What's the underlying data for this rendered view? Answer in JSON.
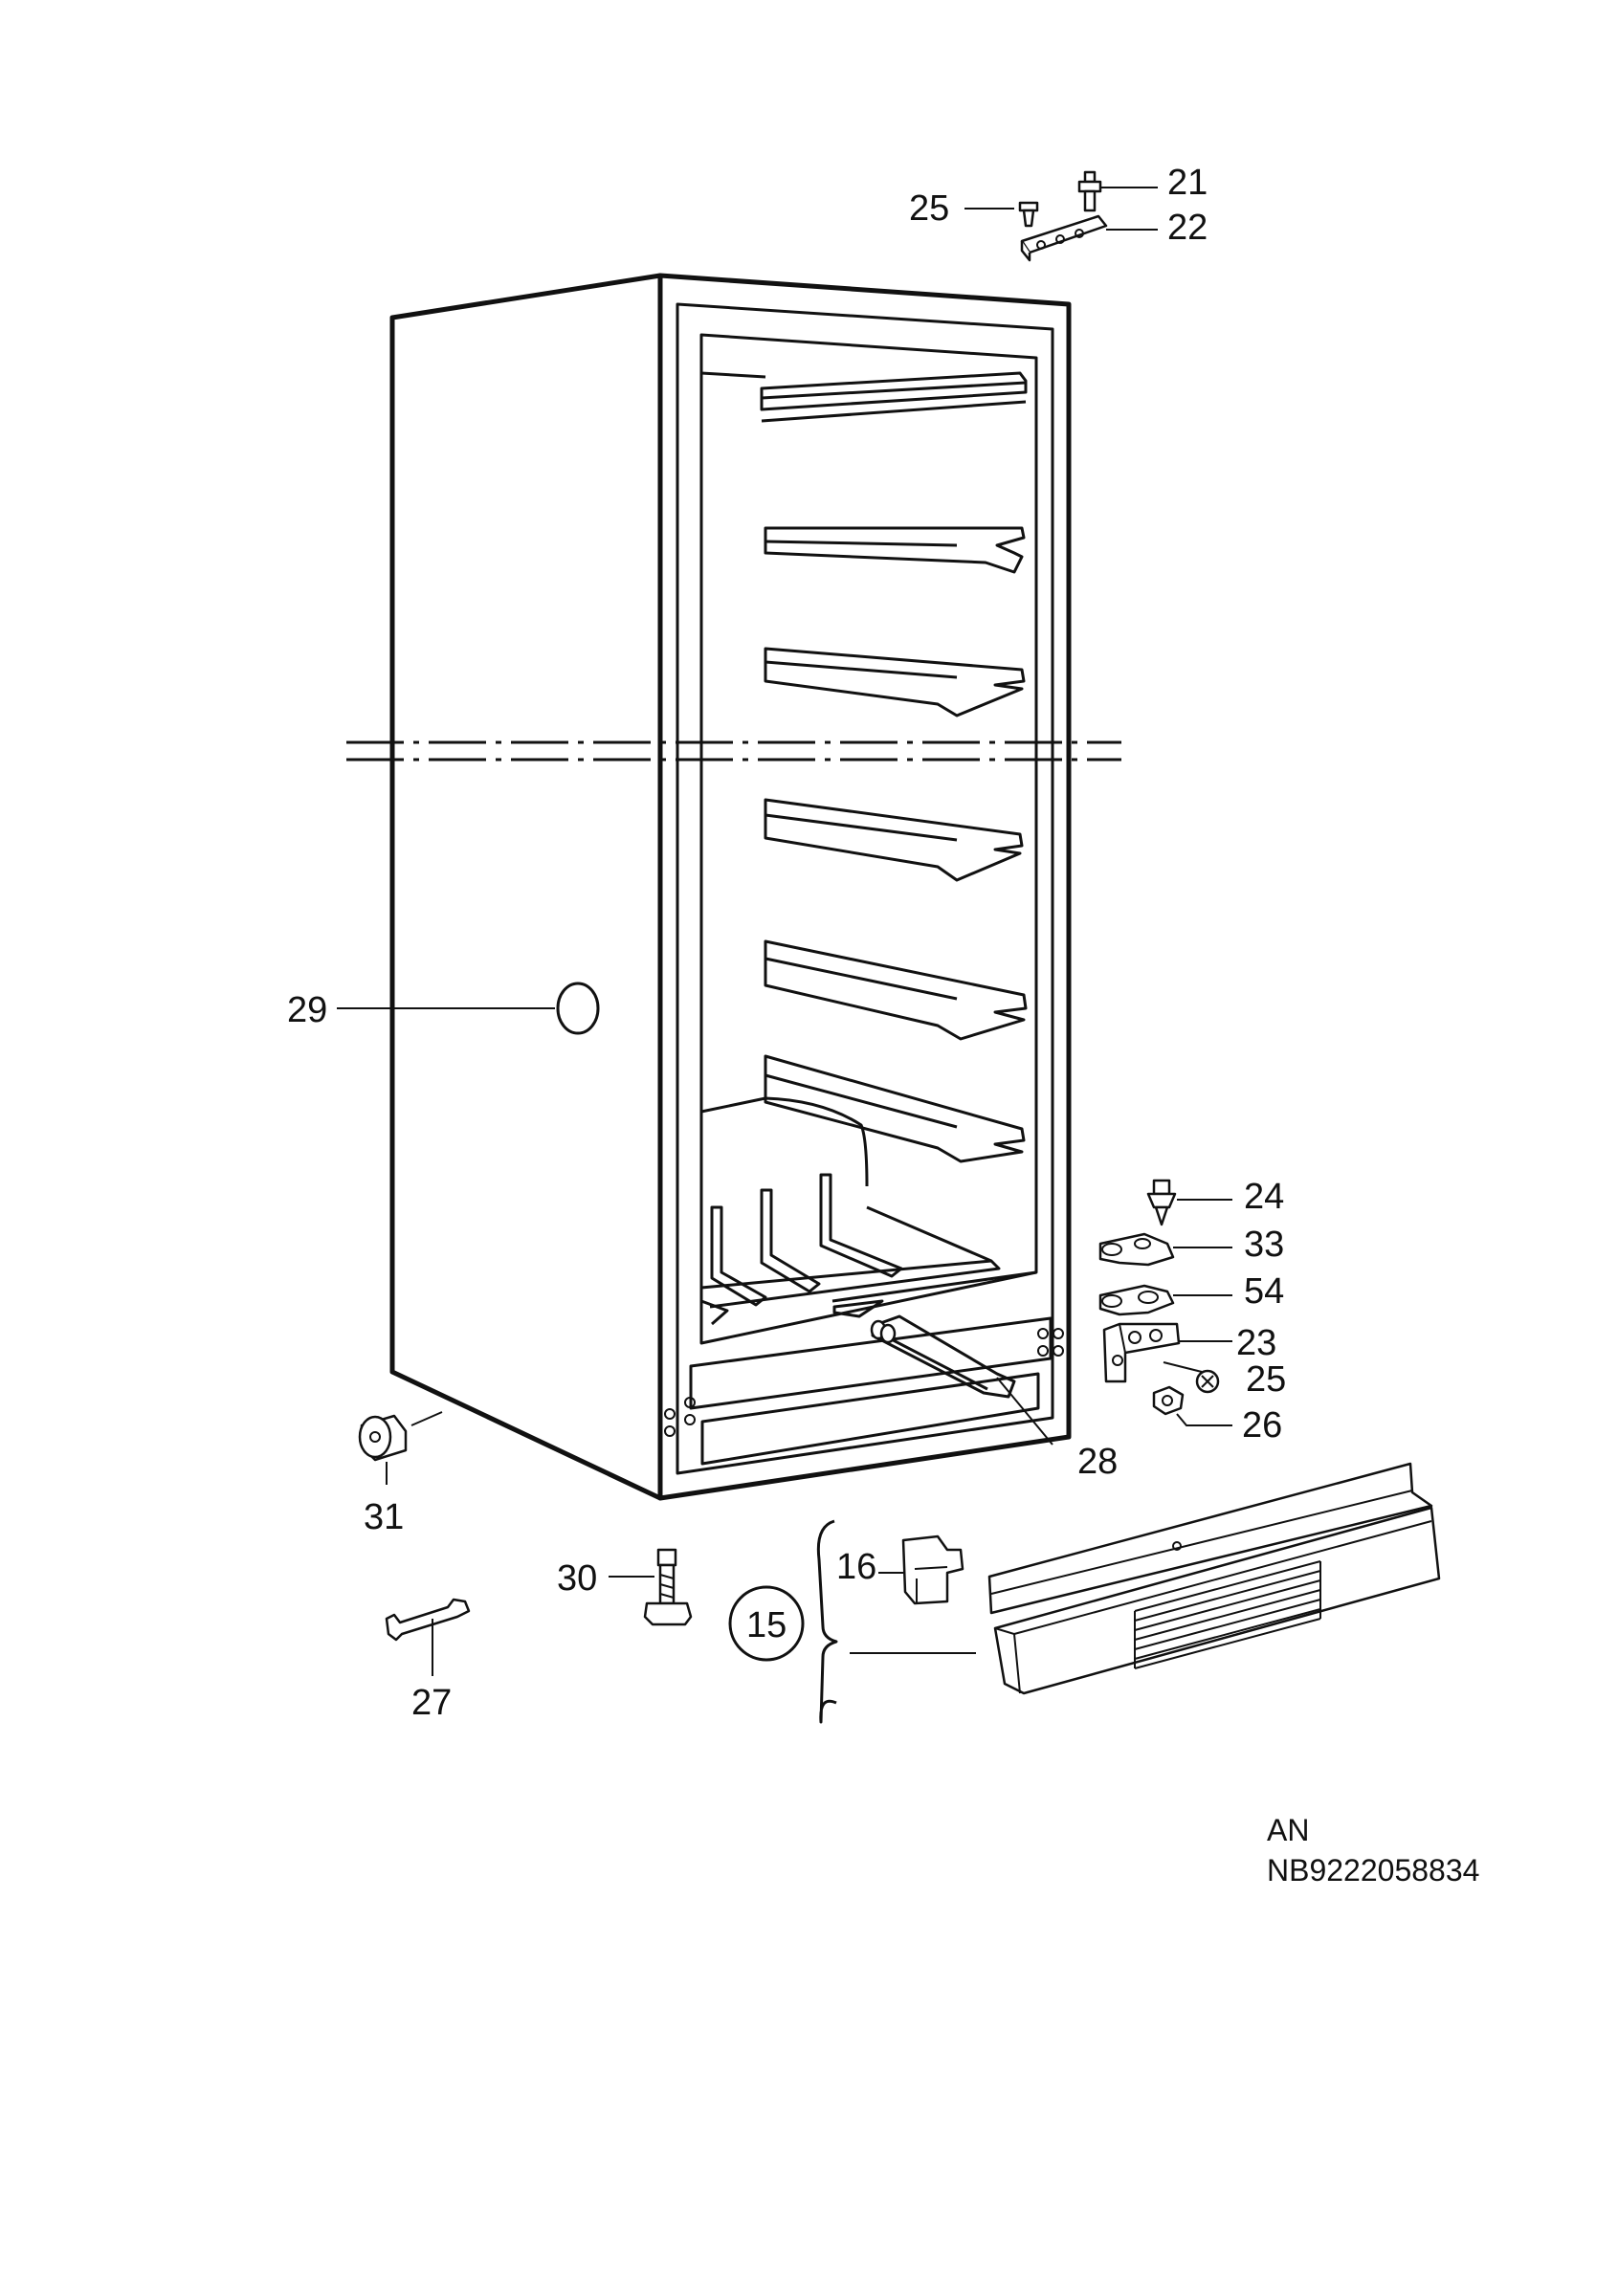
{
  "diagram": {
    "callouts": {
      "c21": "21",
      "c22": "22",
      "c25a": "25",
      "c29": "29",
      "c24": "24",
      "c33": "33",
      "c54": "54",
      "c23": "23",
      "c25b": "25",
      "c26": "26",
      "c28": "28",
      "c31": "31",
      "c30": "30",
      "c16": "16",
      "c15": "15",
      "c27": "27"
    },
    "footer": {
      "line1": "AN",
      "line2": "NB9222058834"
    }
  }
}
